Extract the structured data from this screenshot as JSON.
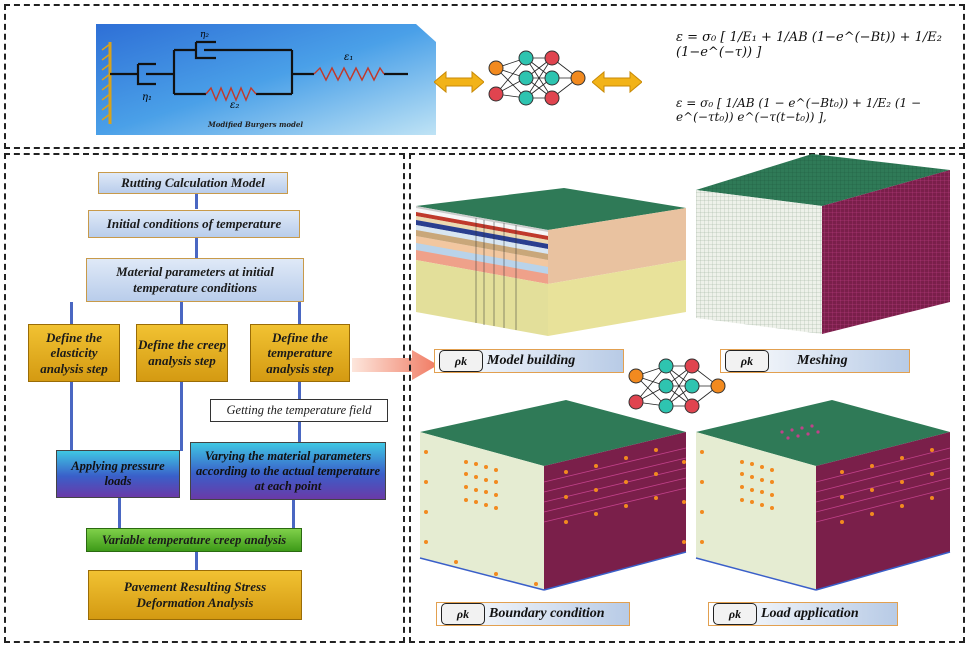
{
  "top_panel": {
    "burgers_caption": "Modified Burgers model",
    "labels": {
      "eta1": "η₁",
      "eta2": "η₂",
      "e1": "ε₁",
      "e2": "ε₂"
    },
    "equation1": "ε = σ₀ [ 1/E₁ + 1/AB (1−e^(−Bt)) + 1/E₂ (1−e^(−τ)) ]",
    "equation2": "ε = σ₀ [ 1/AB (1 − e^(−Bt₀)) + 1/E₂ (1 − e^(−τt₀)) e^(−τ(t−t₀)) ],"
  },
  "flowchart": {
    "title": "Rutting Calculation Model",
    "initial": "Initial conditions of temperature",
    "material": "Material parameters at initial temperature conditions",
    "elasticity": "Define the elasticity analysis step",
    "creep": "Define the creep analysis step",
    "temperature_step": "Define the temperature analysis step",
    "temp_field": "Getting the temperature field",
    "pressure": "Applying pressure loads",
    "varying": "Varying the material parameters according to the actual temperature at each point",
    "variable_creep": "Variable temperature creep analysis",
    "result": "Pavement Resulting Stress Deformation Analysis"
  },
  "fem": {
    "icon_text": "ρk",
    "model_building": "Model building",
    "meshing": "Meshing",
    "boundary": "Boundary condition",
    "load": "Load application"
  },
  "colors": {
    "pavement_top": "#2f7a57",
    "mesh_side": "#7a1f4a",
    "base_yellow": "#e8e29a",
    "arrow_gold": "#f2b318",
    "nn_orange": "#f28a1f",
    "nn_teal": "#2ec4b0",
    "nn_red": "#e0444f"
  }
}
